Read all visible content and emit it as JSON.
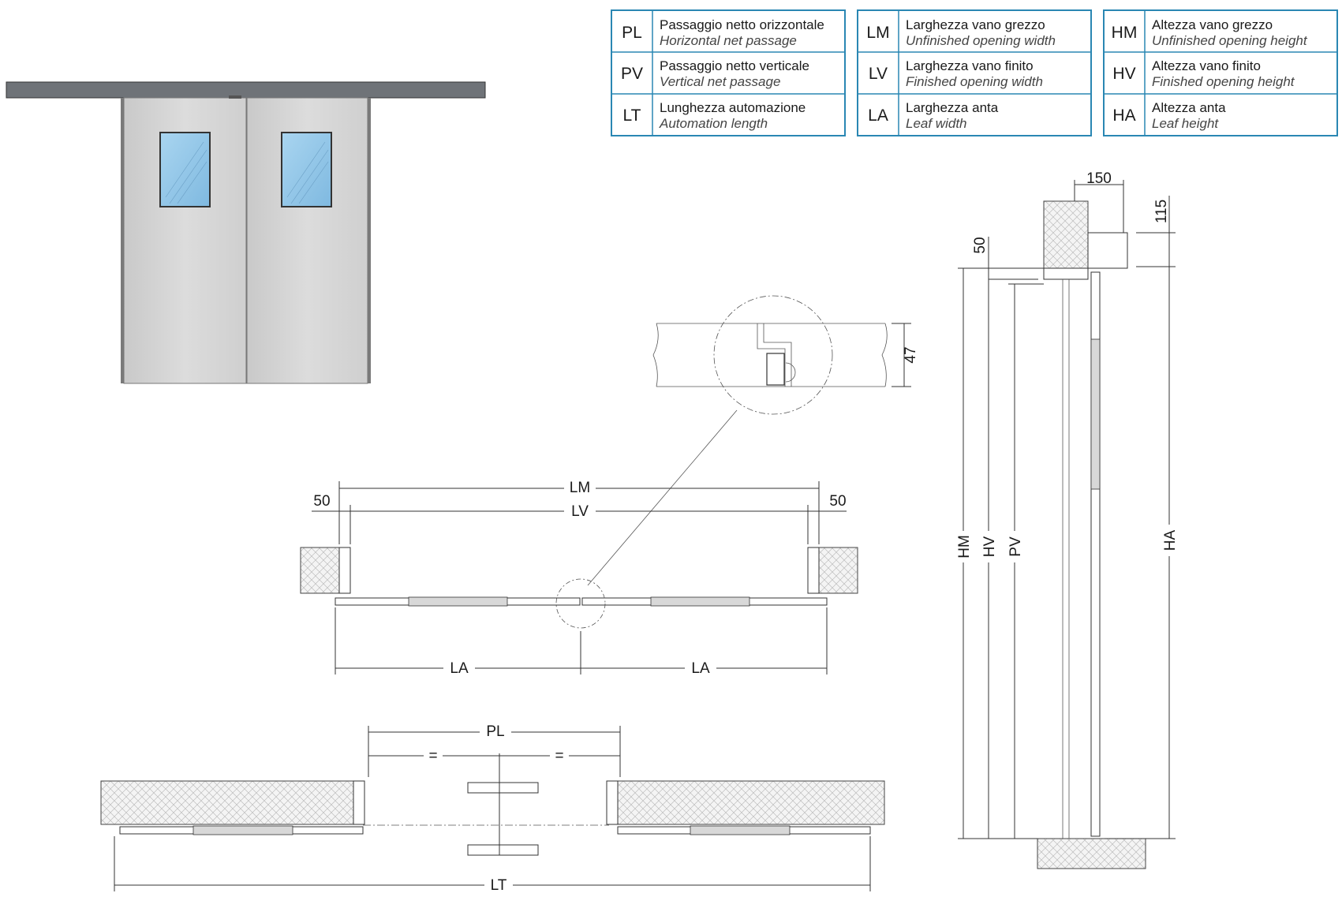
{
  "legend": [
    {
      "code": "PL",
      "it": "Passaggio netto orizzontale",
      "en": "Horizontal net passage"
    },
    {
      "code": "PV",
      "it": "Passaggio netto verticale",
      "en": "Vertical net passage"
    },
    {
      "code": "LT",
      "it": "Lunghezza automazione",
      "en": "Automation length"
    },
    {
      "code": "LM",
      "it": "Larghezza vano grezzo",
      "en": "Unfinished opening width"
    },
    {
      "code": "LV",
      "it": "Larghezza vano finito",
      "en": "Finished opening width"
    },
    {
      "code": "LA",
      "it": "Larghezza anta",
      "en": "Leaf width"
    },
    {
      "code": "HM",
      "it": "Altezza vano grezzo",
      "en": "Unfinished opening height"
    },
    {
      "code": "HV",
      "it": "Altezza vano finito",
      "en": "Finished opening height"
    },
    {
      "code": "HA",
      "it": "Altezza anta",
      "en": "Leaf height"
    }
  ],
  "plan": {
    "lm": "LM",
    "lv": "LV",
    "left_offset": "50",
    "right_offset": "50",
    "la_left": "LA",
    "la_right": "LA"
  },
  "detail": {
    "thickness": "47"
  },
  "open_plan": {
    "pl": "PL",
    "eq_left": "=",
    "eq_right": "=",
    "lt": "LT"
  },
  "section": {
    "top_width": "150",
    "top_height": "115",
    "frame_offset": "50",
    "hm": "HM",
    "hv": "HV",
    "pv": "PV",
    "ha": "HA"
  },
  "colors": {
    "legend_border": "#2a87b3",
    "leaf": "#d5d5d5",
    "glass": "#8fc4e6"
  }
}
